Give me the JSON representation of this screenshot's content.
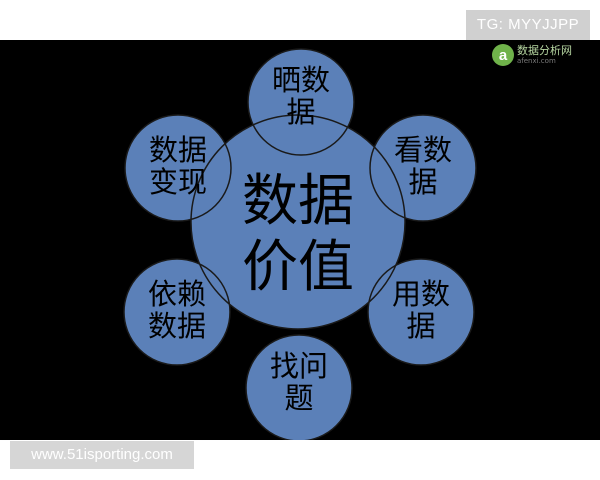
{
  "watermark": {
    "tg_label": "TG: MYYJJPP",
    "site_name": "数据分析网",
    "site_url": "afenxi.com",
    "logo_letter": "a",
    "url_bar": "www.51isporting.com"
  },
  "diagram": {
    "center": {
      "line1": "数据",
      "line2": "价值"
    },
    "nodes": [
      {
        "id": "top",
        "line1": "晒数",
        "line2": "据"
      },
      {
        "id": "upper-right",
        "line1": "看数",
        "line2": "据"
      },
      {
        "id": "lower-right",
        "line1": "用数",
        "line2": "据"
      },
      {
        "id": "bottom",
        "line1": "找问",
        "line2": "题"
      },
      {
        "id": "lower-left",
        "line1": "依赖",
        "line2": "数据"
      },
      {
        "id": "upper-left",
        "line1": "数据",
        "line2": "变现"
      }
    ]
  },
  "colors": {
    "background": "#000000",
    "circle_fill": "#5b80b8",
    "circle_stroke": "#1a1a1a",
    "text": "#000000"
  }
}
